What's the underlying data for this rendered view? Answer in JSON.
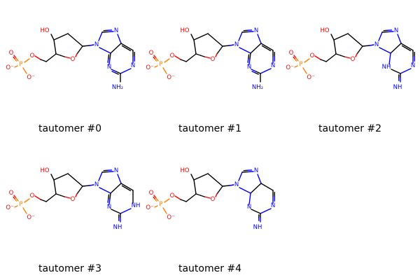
{
  "grid": {
    "molecules": [
      {
        "legend": "tautomer #0",
        "variant": "amino",
        "amine_label": "NH₂",
        "ring_nh_label": ""
      },
      {
        "legend": "tautomer #1",
        "variant": "amino",
        "amine_label": "NH₂",
        "ring_nh_label": ""
      },
      {
        "legend": "tautomer #2",
        "variant": "imino_n3",
        "amine_label": "NH",
        "ring_nh_label": "NH"
      },
      {
        "legend": "tautomer #3",
        "variant": "imino_n1",
        "amine_label": "NH",
        "ring_nh_label": "NH"
      },
      {
        "legend": "tautomer #4",
        "variant": "imino_n1_sp3c",
        "amine_label": "NH",
        "ring_nh_label": ""
      }
    ],
    "atom_labels": {
      "hydroxyl": "HO",
      "ring_oxygen": "O",
      "ester_oxygen": "O",
      "phosphorus": "P",
      "phosphate_o_double": "O",
      "phosphate_o_minus_1": "O⁻",
      "phosphate_o_minus_2": "O⁻",
      "imidazole_n": "N",
      "ring_n": "N"
    },
    "colors": {
      "carbon_bond": "#000000",
      "nitrogen": "#0000ff",
      "oxygen": "#ff0000",
      "phosphorus": "#ff8000"
    }
  }
}
